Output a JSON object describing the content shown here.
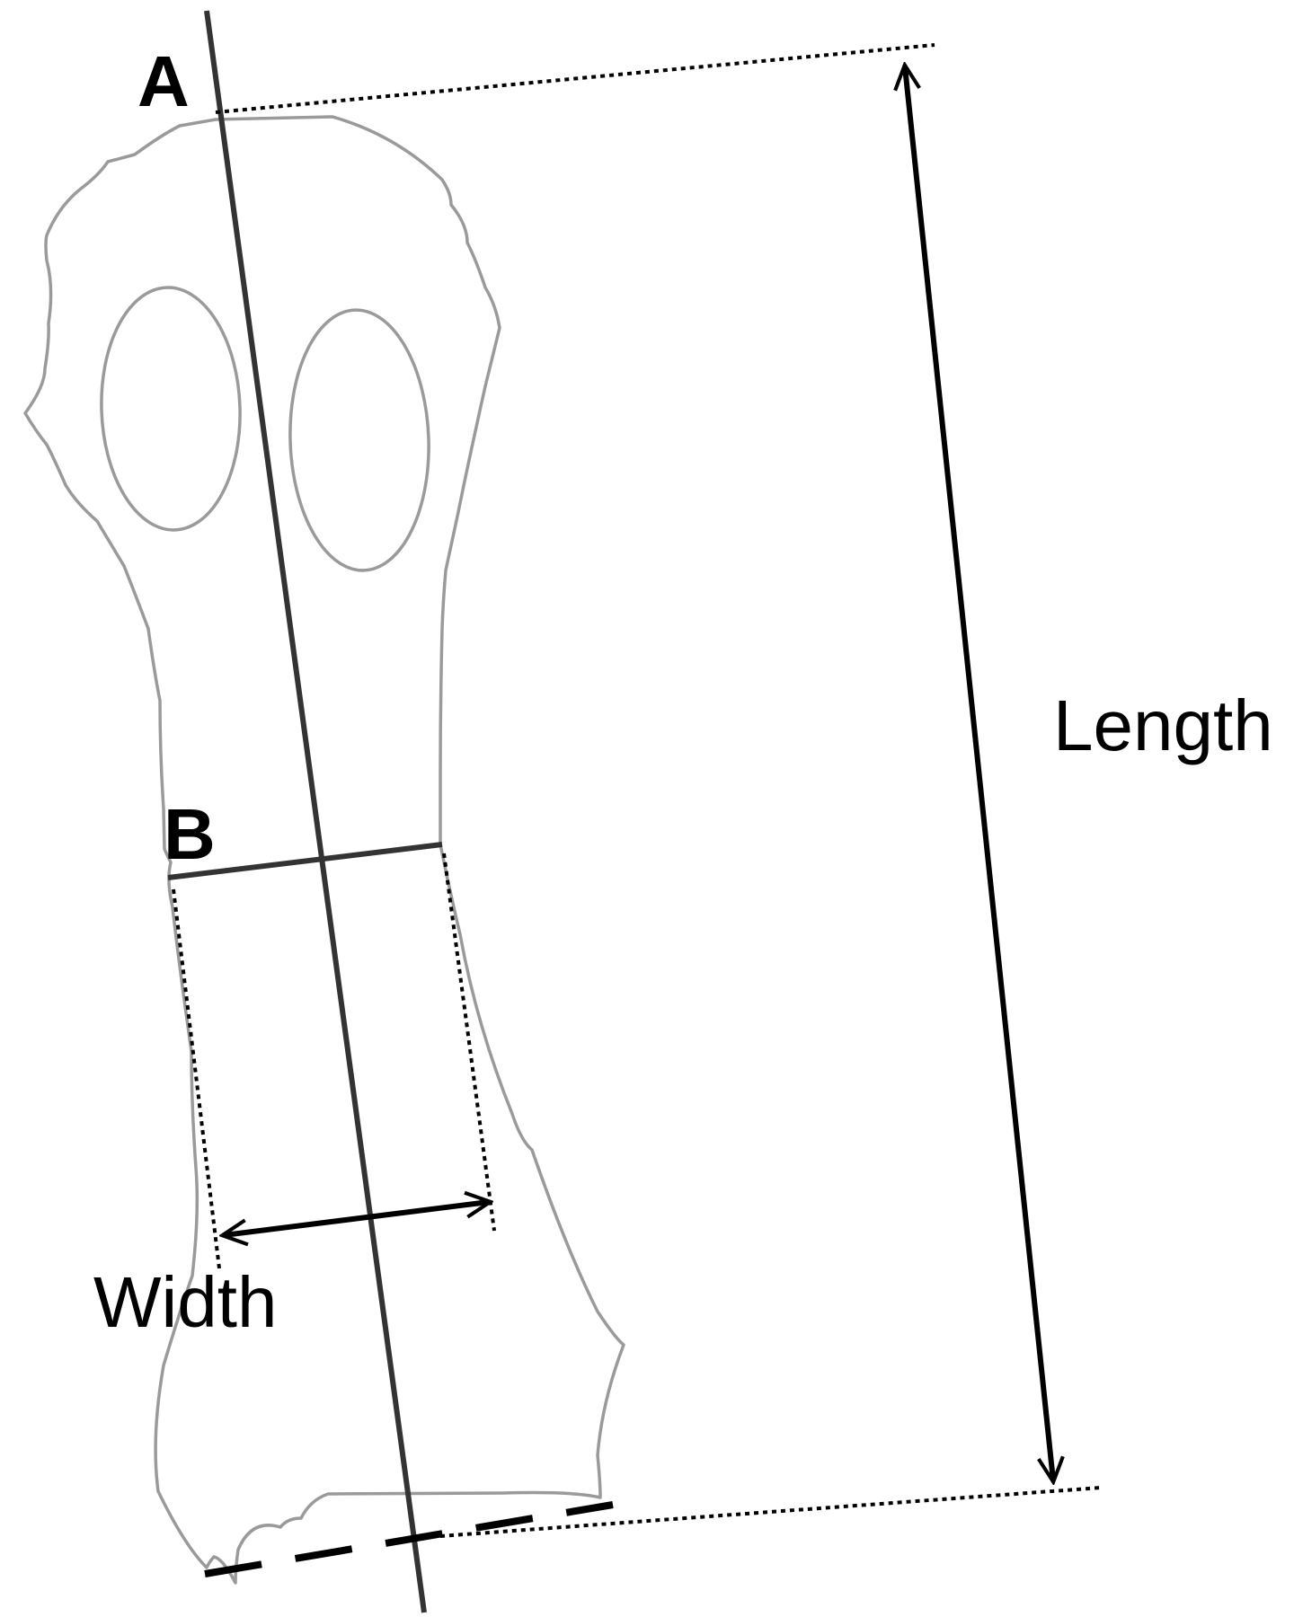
{
  "labels": {
    "point_a": "A",
    "point_b": "B",
    "length": "Length",
    "width": "Width"
  },
  "colors": {
    "outline": "#9a9a9a",
    "line": "#000000",
    "axis": "#333333"
  }
}
